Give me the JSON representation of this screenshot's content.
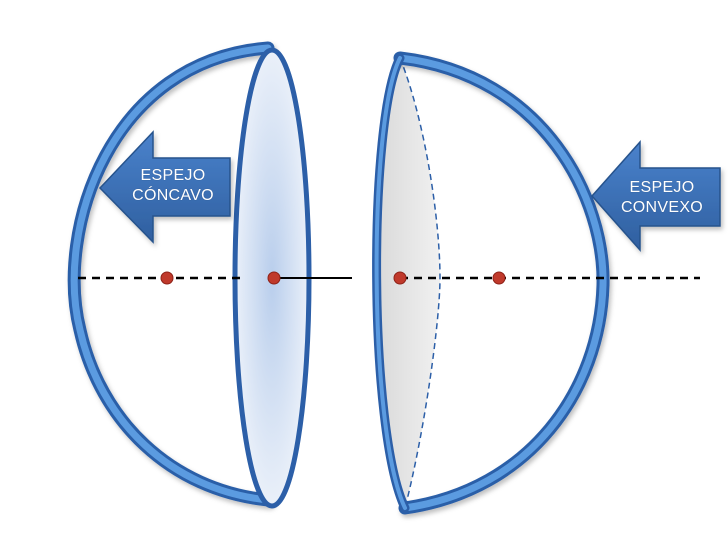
{
  "labels": {
    "concave_line1": "ESPEJO",
    "concave_line2": "CÓNCAVO",
    "convex_line1": "ESPEJO",
    "convex_line2": "CONVEXO"
  },
  "colors": {
    "rim_blue": "#3f7fd0",
    "rim_dark": "#2c5fa8",
    "arrow_fill": "#3a6fb8",
    "lens_fill": "#d7e3f5",
    "convex_face": "#e4e4e4",
    "focal_point": "#c0392b",
    "axis_line": "#000000"
  }
}
